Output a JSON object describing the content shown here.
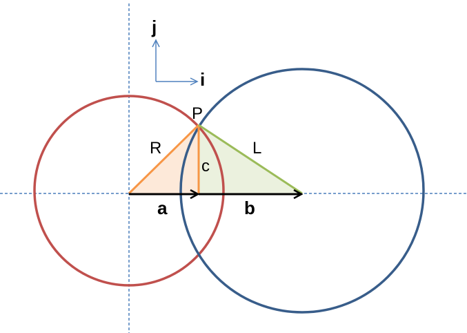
{
  "labels": {
    "j": "j",
    "i": "i",
    "P": "P",
    "R": "R",
    "L": "L",
    "c": "c",
    "a": "a",
    "b": "b"
  },
  "colors": {
    "axis": "#4a7ebb",
    "red_circle": "#c0504d",
    "blue_circle": "#385d8a",
    "orange_line": "#f79646",
    "orange_fill": "#fde9d9",
    "green_line": "#9bbb59",
    "green_fill": "#ebf1de",
    "arrow": "#000000",
    "basis_arrow": "#4f81bd"
  }
}
